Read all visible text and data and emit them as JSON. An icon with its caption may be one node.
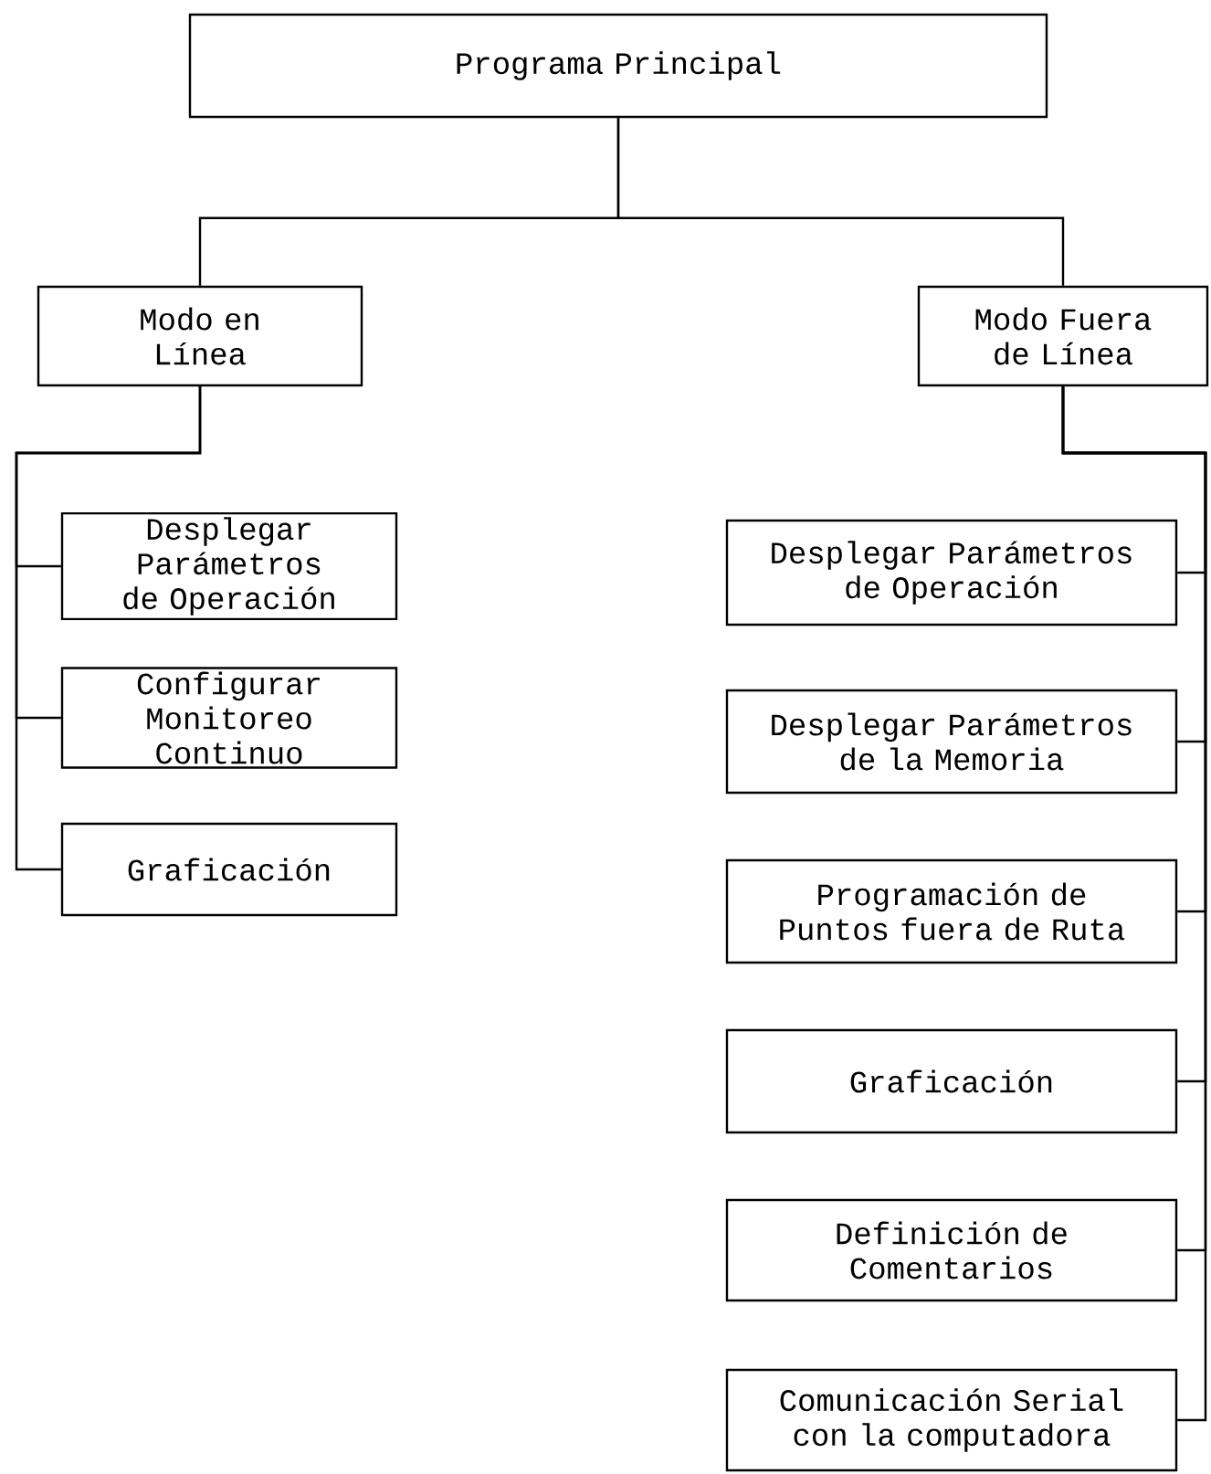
{
  "diagram": {
    "nodes": [
      {
        "text": [
          "Programa Principal"
        ]
      },
      {
        "text": [
          "Modo en Línea"
        ]
      },
      {
        "text": [
          "Modo Fuera de Línea"
        ]
      },
      {
        "text": [
          "Desplegar Parámetros de Operación"
        ]
      },
      {
        "text": [
          "Configurar Monitoreo Continuo"
        ]
      },
      {
        "text": [
          "Graficación"
        ]
      },
      {
        "text": [
          "Desplegar Parámetros de Operación"
        ]
      },
      {
        "text": [
          "Desplegar Parámetros de la Memoria"
        ]
      },
      {
        "text": [
          "Programación de Puntos fuera de Ruta"
        ]
      },
      {
        "text": [
          "Graficación"
        ]
      },
      {
        "text": [
          "Definición de Comentarios"
        ]
      },
      {
        "text": [
          "Comunicación Serial con la computadora"
        ]
      }
    ],
    "edges": [
      {
        "from": 0,
        "to": 1,
        "arrow": "none"
      },
      {
        "from": 0,
        "to": 2,
        "arrow": "none"
      },
      {
        "from": 1,
        "to": 3,
        "arrow": "none"
      },
      {
        "from": 1,
        "to": 4,
        "arrow": "none"
      },
      {
        "from": 1,
        "to": 5,
        "arrow": "none"
      },
      {
        "from": 2,
        "to": 6,
        "arrow": "none"
      },
      {
        "from": 2,
        "to": 7,
        "arrow": "none"
      },
      {
        "from": 2,
        "to": 8,
        "arrow": "none"
      },
      {
        "from": 2,
        "to": 9,
        "arrow": "none"
      },
      {
        "from": 2,
        "to": 10,
        "arrow": "none"
      },
      {
        "from": 2,
        "to": 11,
        "arrow": "none"
      }
    ]
  }
}
